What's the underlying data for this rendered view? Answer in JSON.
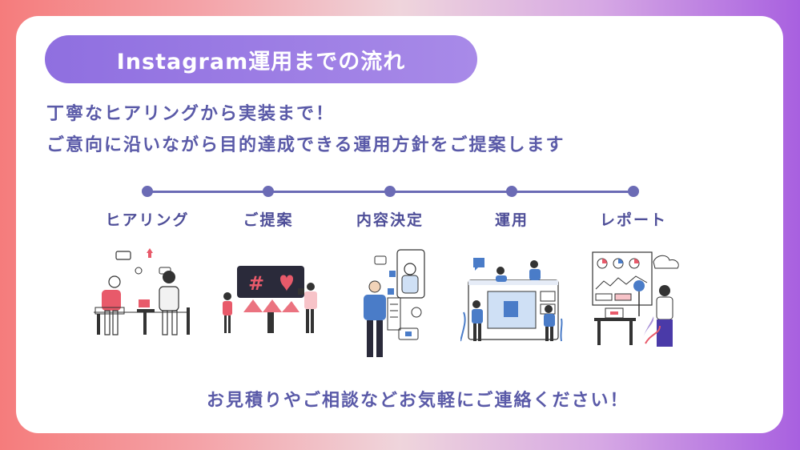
{
  "title": "Instagram運用までの流れ",
  "subtitle": {
    "line1": "丁寧なヒアリングから実装まで！",
    "line2": "ご意向に沿いながら目的達成できる運用方針をご提案します"
  },
  "steps": [
    {
      "label": "ヒアリング",
      "icon": "hearing-illustration"
    },
    {
      "label": "ご提案",
      "icon": "proposal-illustration"
    },
    {
      "label": "内容決定",
      "icon": "decision-illustration"
    },
    {
      "label": "運用",
      "icon": "operation-illustration"
    },
    {
      "label": "レポート",
      "icon": "report-illustration"
    }
  ],
  "cta": "お見積りやご相談などお気軽にご連絡ください！",
  "colors": {
    "accent": "#6b6bb5",
    "text": "#5a5aa8",
    "title_bg": "#9a7ce4",
    "pink": "#e85a6a",
    "blue": "#4a7cc8"
  },
  "illustration_text": {
    "hashtag": "#"
  }
}
